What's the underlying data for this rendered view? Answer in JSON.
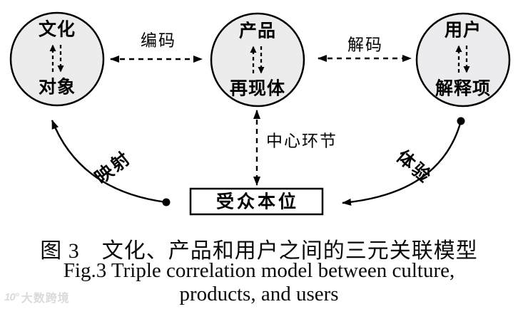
{
  "figure": {
    "nodes": {
      "culture": {
        "top": "文化",
        "bottom": "对象"
      },
      "product": {
        "top": "产品",
        "bottom": "再现体"
      },
      "user": {
        "top": "用户",
        "bottom": "解释项"
      }
    },
    "labels": {
      "encode": "编码",
      "decode": "解码",
      "central_link": "中心环节",
      "mapping": "映射",
      "experience": "体验"
    },
    "box_label": "受众本位",
    "colors": {
      "circle_fill": "#ececec",
      "line": "#000000",
      "background": "#ffffff",
      "watermark": "#dadada"
    }
  },
  "caption": {
    "zh": "图 3　文化、产品和用户之间的三元关联模型",
    "en1": "Fig.3 Triple correlation model between culture,",
    "en2": "products, and users"
  },
  "watermark": {
    "logo": "10°",
    "text": "大数跨境"
  }
}
